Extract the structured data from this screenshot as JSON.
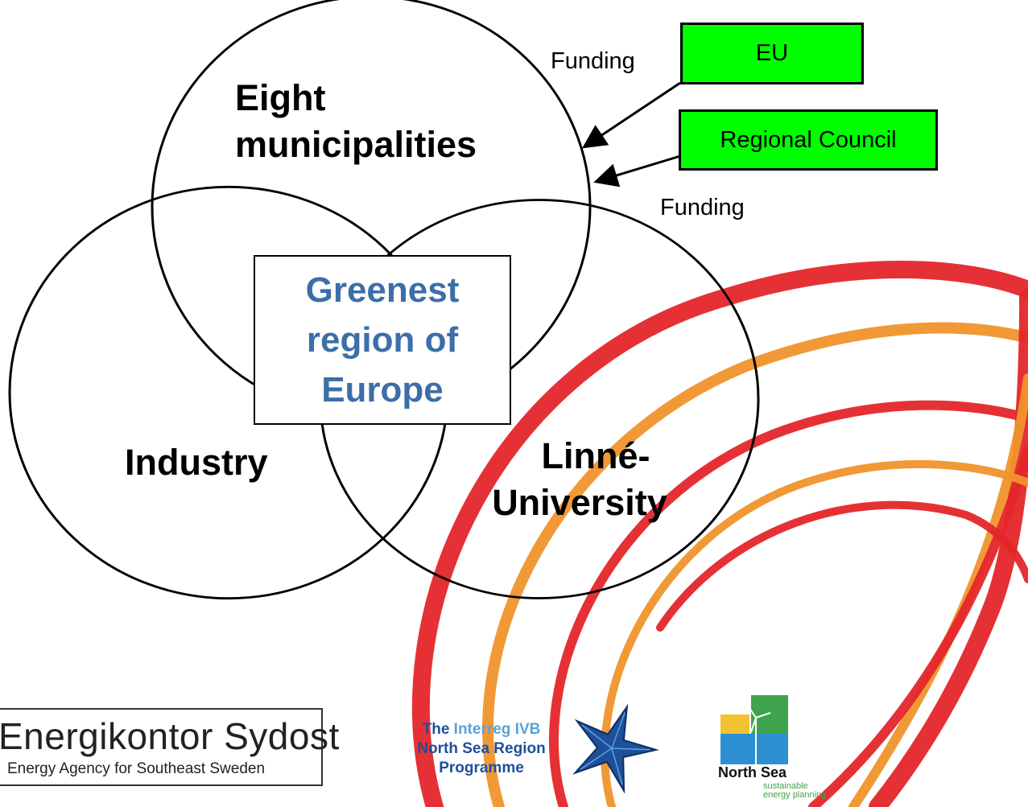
{
  "colors": {
    "box_green": "#00ff00",
    "center_text": "#3c6ea8",
    "arc_red": "#e4262a",
    "arc_orange": "#f0932b",
    "interreg_blue": "#1f4f9a",
    "interreg_light": "#5aa3d8",
    "northsea_yellow": "#f2c230",
    "northsea_green": "#3fa34d",
    "northsea_blue": "#2c8fd2"
  },
  "diagram": {
    "circle_top_label": "Eight municipalities",
    "circle_top_lines": [
      "Eight",
      "municipalities"
    ],
    "circle_left_label": "Industry",
    "circle_right_label": "Linné-University",
    "circle_right_lines": [
      "Linné-",
      "University"
    ],
    "center_lines": [
      "Greenest",
      "region of",
      "Europe"
    ]
  },
  "funding": {
    "label_top": "Funding",
    "label_bottom": "Funding",
    "sources": [
      {
        "name": "EU",
        "icon": "arrow-to-circle"
      },
      {
        "name": "Regional Council",
        "icon": "arrow-to-circle"
      }
    ]
  },
  "logos": {
    "energikontor": {
      "name": "Energikontor Sydost",
      "subtitle": "Energy Agency for Southeast Sweden"
    },
    "interreg": {
      "line1a": "The ",
      "line1b": "Interreg IVB",
      "line2a": "North ",
      "line2b": "Sea Region",
      "line3": "Programme",
      "icon": "starfish-icon"
    },
    "northsea": {
      "name": "North Sea",
      "tagline": "sustainable energy planning",
      "icon": "wind-turbine-icon"
    }
  }
}
